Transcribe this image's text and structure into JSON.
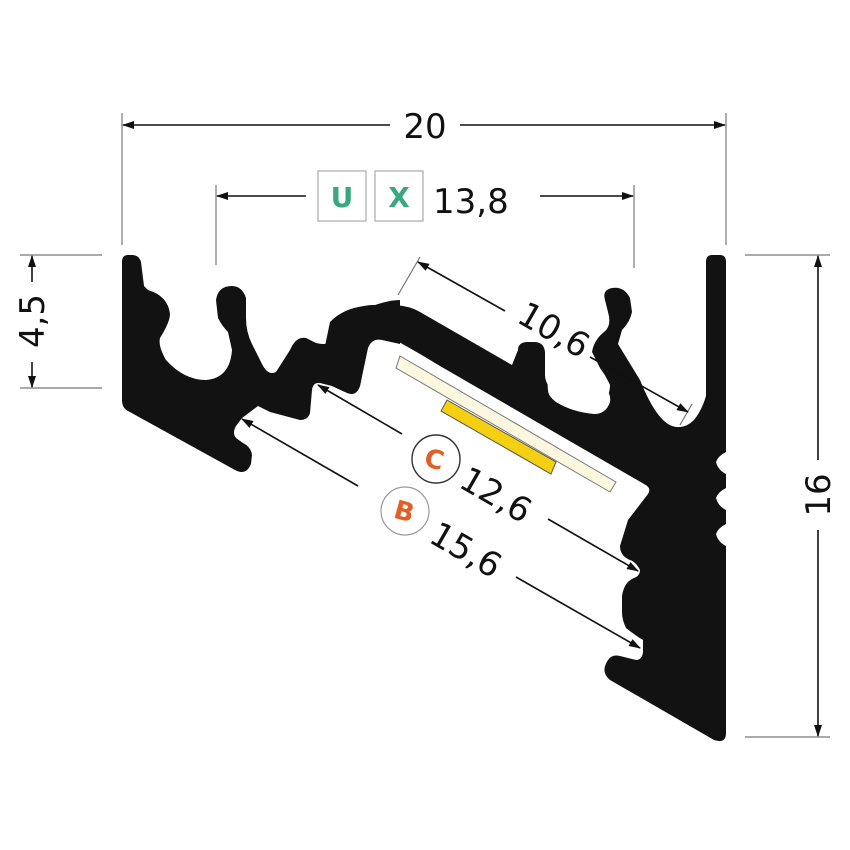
{
  "drawing": {
    "subject": "Corner LED aluminium profile cross-section",
    "profile_color": "#121212",
    "strip_color": "#fbf8df",
    "chip_color": "#f5cf12",
    "badge_color": "#3aa77f",
    "circle_label_color": "#e0602a"
  },
  "dimensions": {
    "overall_width": "20",
    "inner_width": "13,8",
    "side_height": "4,5",
    "overall_height": "16",
    "strip_width": "10,6",
    "c_width": "12,6",
    "b_width": "15,6"
  },
  "badges": [
    {
      "label": "U"
    },
    {
      "label": "X"
    }
  ],
  "circle_labels": [
    {
      "label": "C"
    },
    {
      "label": "B"
    }
  ]
}
